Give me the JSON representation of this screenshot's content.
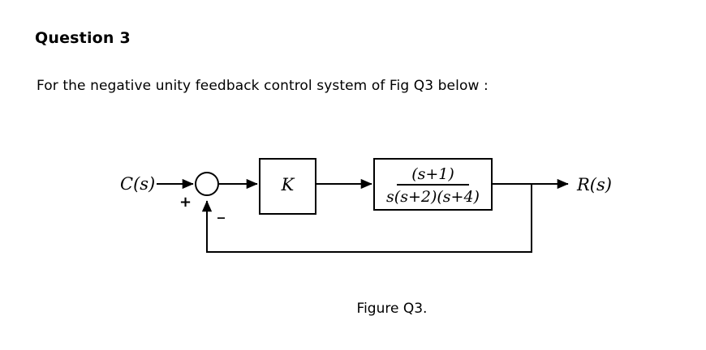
{
  "document": {
    "heading": "Question 3",
    "prompt": "For the negative unity feedback control system of Fig Q3 below :",
    "figure_caption": "Figure Q3."
  },
  "diagram": {
    "type": "control-system-block-diagram",
    "input_label": "C(s)",
    "output_label": "R(s)",
    "summing_junction": {
      "name": "summing-junction",
      "input_sign": "+",
      "feedback_sign": "_"
    },
    "blocks": [
      {
        "name": "gain-block",
        "label": "K"
      },
      {
        "name": "plant-block",
        "numerator": "(s+1)",
        "denominator": "s(s+2)(s+4)"
      }
    ],
    "feedback": {
      "name": "unity-feedback-path",
      "label": ""
    },
    "colors": {
      "stroke": "#000000",
      "background": "#ffffff"
    }
  }
}
